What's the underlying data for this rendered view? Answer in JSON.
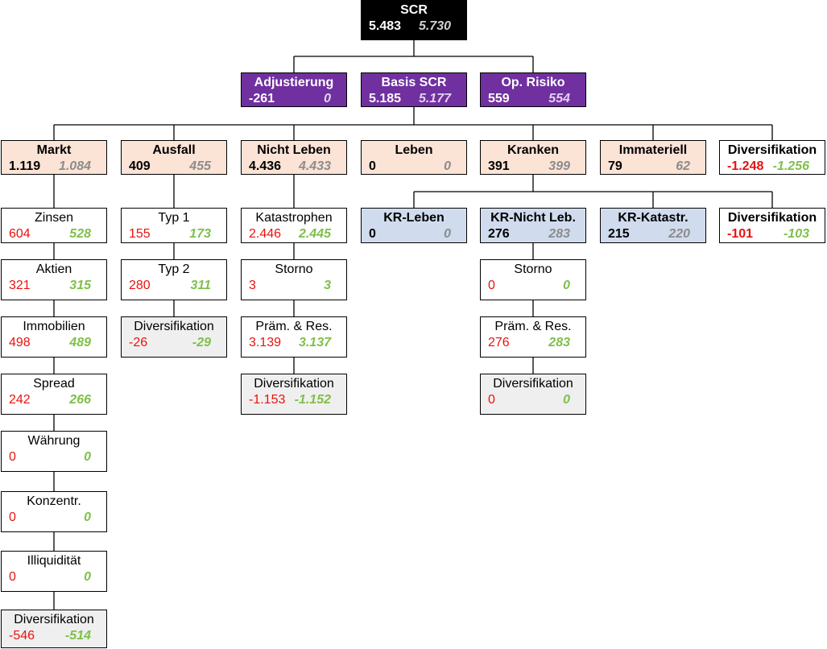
{
  "nodes": {
    "scr": {
      "title": "SCR",
      "v1": "5.483",
      "v2": "5.730"
    },
    "adjust": {
      "title": "Adjustierung",
      "v1": "-261",
      "v2": "0"
    },
    "basis": {
      "title": "Basis SCR",
      "v1": "5.185",
      "v2": "5.177"
    },
    "oprisk": {
      "title": "Op. Risiko",
      "v1": "559",
      "v2": "554"
    },
    "markt": {
      "title": "Markt",
      "v1": "1.119",
      "v2": "1.084"
    },
    "ausfall": {
      "title": "Ausfall",
      "v1": "409",
      "v2": "455"
    },
    "nichtleben": {
      "title": "Nicht Leben",
      "v1": "4.436",
      "v2": "4.433"
    },
    "leben": {
      "title": "Leben",
      "v1": "0",
      "v2": "0"
    },
    "kranken": {
      "title": "Kranken",
      "v1": "391",
      "v2": "399"
    },
    "immat": {
      "title": "Immateriell",
      "v1": "79",
      "v2": "62"
    },
    "divtop": {
      "title": "Diversifikation",
      "v1": "-1.248",
      "v2": "-1.256"
    },
    "zinsen": {
      "title": "Zinsen",
      "v1": "604",
      "v2": "528"
    },
    "aktien": {
      "title": "Aktien",
      "v1": "321",
      "v2": "315"
    },
    "immob": {
      "title": "Immobilien",
      "v1": "498",
      "v2": "489"
    },
    "spread": {
      "title": "Spread",
      "v1": "242",
      "v2": "266"
    },
    "waehrung": {
      "title": "Währung",
      "v1": "0",
      "v2": "0"
    },
    "konz": {
      "title": "Konzentr.",
      "v1": "0",
      "v2": "0"
    },
    "illiq": {
      "title": "Illiquidität",
      "v1": "0",
      "v2": "0"
    },
    "divmarkt": {
      "title": "Diversifikation",
      "v1": "-546",
      "v2": "-514"
    },
    "typ1": {
      "title": "Typ 1",
      "v1": "155",
      "v2": "173"
    },
    "typ2": {
      "title": "Typ 2",
      "v1": "280",
      "v2": "311"
    },
    "divausfall": {
      "title": "Diversifikation",
      "v1": "-26",
      "v2": "-29"
    },
    "kat": {
      "title": "Katastrophen",
      "v1": "2.446",
      "v2": "2.445"
    },
    "storno_nl": {
      "title": "Storno",
      "v1": "3",
      "v2": "3"
    },
    "praem_nl": {
      "title": "Präm. & Res.",
      "v1": "3.139",
      "v2": "3.137"
    },
    "div_nl": {
      "title": "Diversifikation",
      "v1": "-1.153",
      "v2": "-1.152"
    },
    "krleben": {
      "title": "KR-Leben",
      "v1": "0",
      "v2": "0"
    },
    "krnicht": {
      "title": "KR-Nicht Leb.",
      "v1": "276",
      "v2": "283"
    },
    "krkat": {
      "title": "KR-Katastr.",
      "v1": "215",
      "v2": "220"
    },
    "divkr": {
      "title": "Diversifikation",
      "v1": "-101",
      "v2": "-103"
    },
    "storno_kr": {
      "title": "Storno",
      "v1": "0",
      "v2": "0"
    },
    "praem_kr": {
      "title": "Präm. & Res.",
      "v1": "276",
      "v2": "283"
    },
    "div_krnl": {
      "title": "Diversifikation",
      "v1": "0",
      "v2": "0"
    }
  },
  "colors": {
    "top": "#000000",
    "level1": "#7030a0",
    "modules": "#fbe3d6",
    "health_submodules": "#d0dcee",
    "diversification_box": "#efefef",
    "value_current": "#e8120e",
    "value_previous": "#7fc04a"
  }
}
